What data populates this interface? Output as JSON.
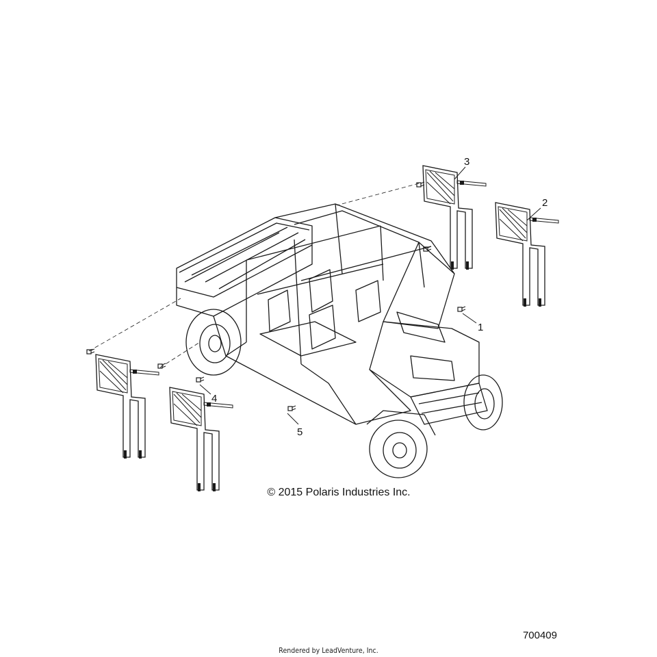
{
  "diagram": {
    "subject": "utility-vehicle-side-nets-assembly",
    "callouts": [
      {
        "id": "1",
        "label": "1"
      },
      {
        "id": "2",
        "label": "2"
      },
      {
        "id": "3",
        "label": "3"
      },
      {
        "id": "4",
        "label": "4"
      },
      {
        "id": "5",
        "label": "5"
      }
    ],
    "copyright": "© 2015 Polaris Industries Inc.",
    "diagram_number": "700409",
    "render_credit": "Rendered by LeadVenture, Inc."
  },
  "colors": {
    "line": "#1a1a1a",
    "background": "#ffffff",
    "watermark": "#d8d8d8"
  }
}
